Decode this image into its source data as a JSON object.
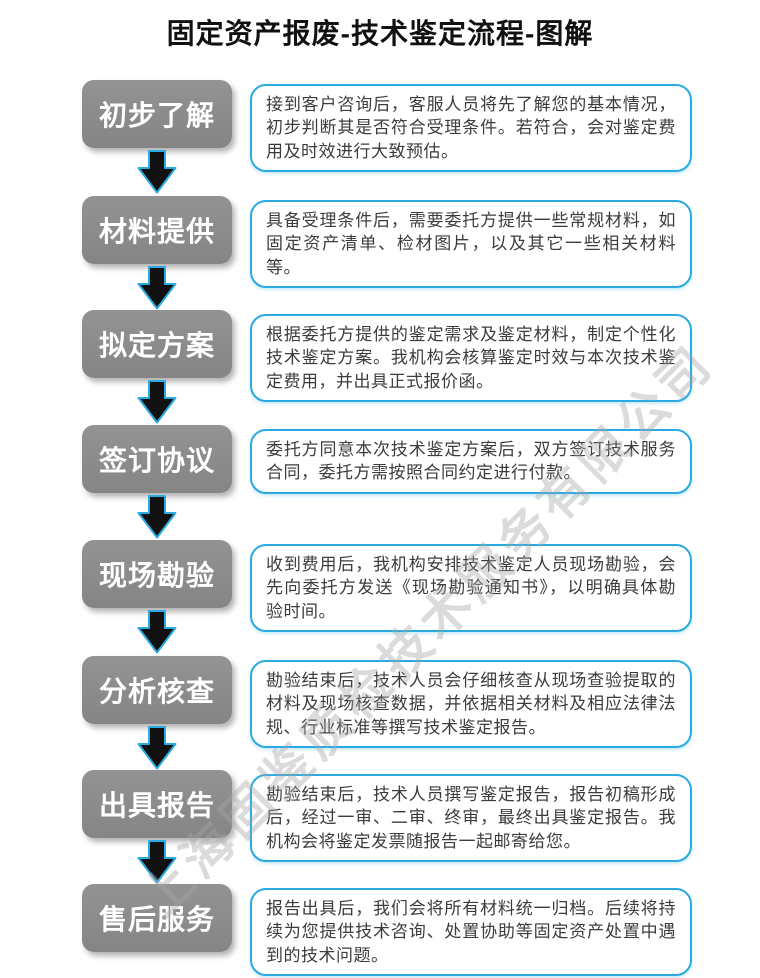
{
  "title": "固定资产报废-技术鉴定流程-图解",
  "watermark_text": "上海固鉴质检技术服务有限公司",
  "colors": {
    "title_color": "#111111",
    "step_box_bg": "#8A8A8A",
    "step_box_text": "#FFFFFF",
    "desc_border": "#29ABE2",
    "desc_text": "#3C3C3C",
    "arrow_fill": "#111111",
    "arrow_outline": "#29ABE2",
    "watermark_color": "#A5A5A5",
    "background": "#FFFFFF"
  },
  "flow": {
    "steps": [
      {
        "label": "初步了解",
        "description": "接到客户咨询后，客服人员将先了解您的基本情况，初步判断其是否符合受理条件。若符合，会对鉴定费用及时效进行大致预估。"
      },
      {
        "label": "材料提供",
        "description": "具备受理条件后，需要委托方提供一些常规材料，如固定资产清单、检材图片，以及其它一些相关材料等。"
      },
      {
        "label": "拟定方案",
        "description": "根据委托方提供的鉴定需求及鉴定材料，制定个性化技术鉴定方案。我机构会核算鉴定时效与本次技术鉴定费用，并出具正式报价函。"
      },
      {
        "label": "签订协议",
        "description": "委托方同意本次技术鉴定方案后，双方签订技术服务合同，委托方需按照合同约定进行付款。"
      },
      {
        "label": "现场勘验",
        "description": "收到费用后，我机构安排技术鉴定人员现场勘验，会先向委托方发送《现场勘验通知书》，以明确具体勘验时间。"
      },
      {
        "label": "分析核查",
        "description": "勘验结束后，技术人员会仔细核查从现场查验提取的材料及现场核查数据，并依据相关材料及相应法律法规、行业标准等撰写技术鉴定报告。"
      },
      {
        "label": "出具报告",
        "description": "勘验结束后，技术人员撰写鉴定报告，报告初稿形成后，经过一审、二审、终审，最终出具鉴定报告。我机构会将鉴定发票随报告一起邮寄给您。"
      },
      {
        "label": "售后服务",
        "description": "报告出具后，我们会将所有材料统一归档。后续将持续为您提供技术咨询、处置协助等固定资产处置中遇到的技术问题。"
      }
    ]
  }
}
